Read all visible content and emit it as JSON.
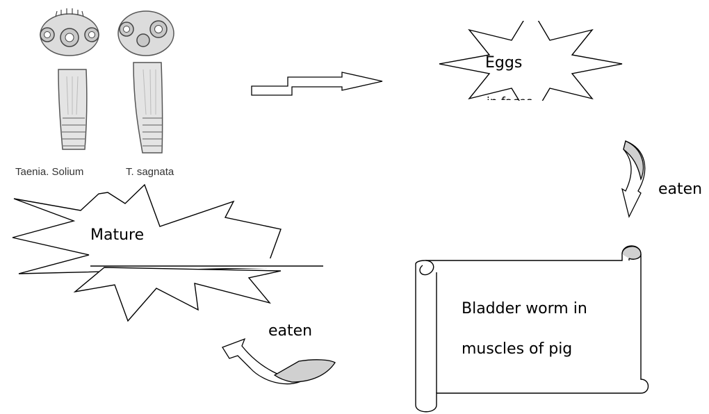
{
  "specimens": [
    {
      "caption": "Taenia. Solium"
    },
    {
      "caption": "T. sagnata"
    }
  ],
  "nodes": {
    "eggs": {
      "text": "Eggs",
      "partial": "in faces"
    },
    "bladder": {
      "line1": "Bladder worm in",
      "line2": "muscles of pig"
    },
    "mature": {
      "text": "Mature"
    }
  },
  "arrows": {
    "eaten_right": "eaten",
    "eaten_bottom": "eaten"
  },
  "colors": {
    "stroke": "#000000",
    "fill": "#ffffff",
    "shade": "#d0d0d0"
  }
}
